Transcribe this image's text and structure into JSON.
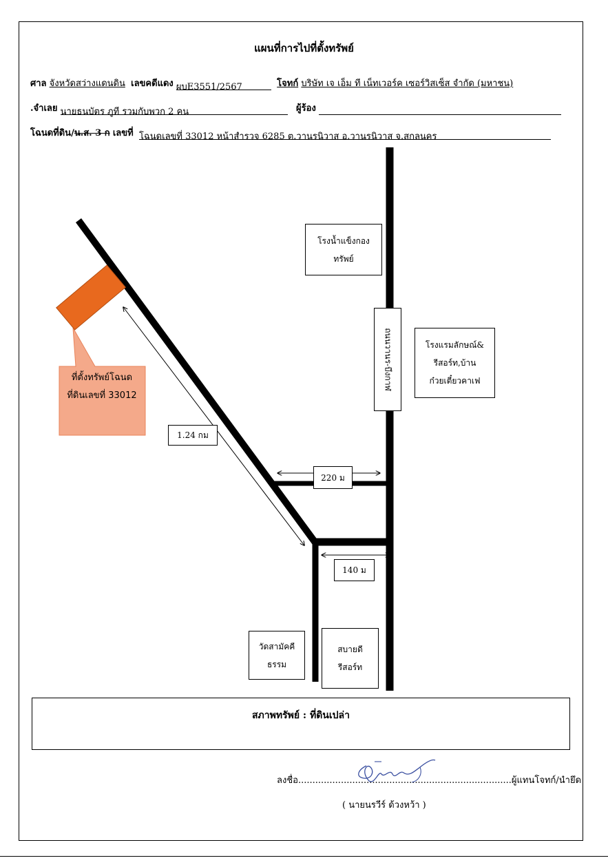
{
  "title": "แผนที่การไปที่ตั้งทรัพย์",
  "header": {
    "court_label": "ศาล",
    "court_value": "จังหวัดสว่างแดนดิน",
    "case_label": "เลขคดีแดง",
    "case_value": "ผบE3551/2567",
    "plaintiff_label": "โจทก์",
    "plaintiff_value": "บริษัท เจ เอ็ม ที เน็ทเวอร์ค เซอร์วิสเซ็ส จำกัด (มหาชน)",
    "defendant_label": ".จำเลย",
    "defendant_value": "นายธนบัตร ภูที รวมกับพวก 2 คน",
    "petitioner_label": "ผู้ร้อง",
    "petitioner_value": "",
    "deed_label_a": "โฉนดที่ดิน/",
    "deed_label_b": "น.ส. 3 ก",
    "deed_label_c": "เลขที่",
    "deed_value": "โฉนดเลขที่ 33012 หน้าสำรวจ 6285 ต.วานรนิวาส อ.วานรนิวาส จ.สกลนคร"
  },
  "map": {
    "ice_factory": [
      "โรงน้ำแข็งกอง",
      "ทรัพย์"
    ],
    "road_name": "ถนนวานร-บึงกาฬ",
    "hotel": [
      "โรงแรมลักษณ์&",
      "รีสอร์ท,บ้าน",
      "ก๋วยเตี๋ยวคาเฟ"
    ],
    "property_callout": [
      "ที่ตั้งทรัพย์โฉนด",
      "ที่ดินเลขที่ 33012"
    ],
    "dist_diag": "1.24 กม",
    "dist_220": "220 ม",
    "dist_140": "140 ม",
    "temple": [
      "วัดสามัคคี",
      "ธรรม"
    ],
    "resort": [
      "สบายดี",
      "รีสอร์ท"
    ],
    "property_color": "#E8691E",
    "callout_color": "#F4A98A"
  },
  "status": {
    "label": "สภาพทรัพย์ :  ที่ดินเปล่า"
  },
  "signature": {
    "prefix": "ลงชื่อ",
    "dots": "...........................................................................",
    "suffix": "ผู้แทนโจทก์/นำยึด",
    "name": "( นายนรวีร์ ด้วงหว้า )"
  }
}
